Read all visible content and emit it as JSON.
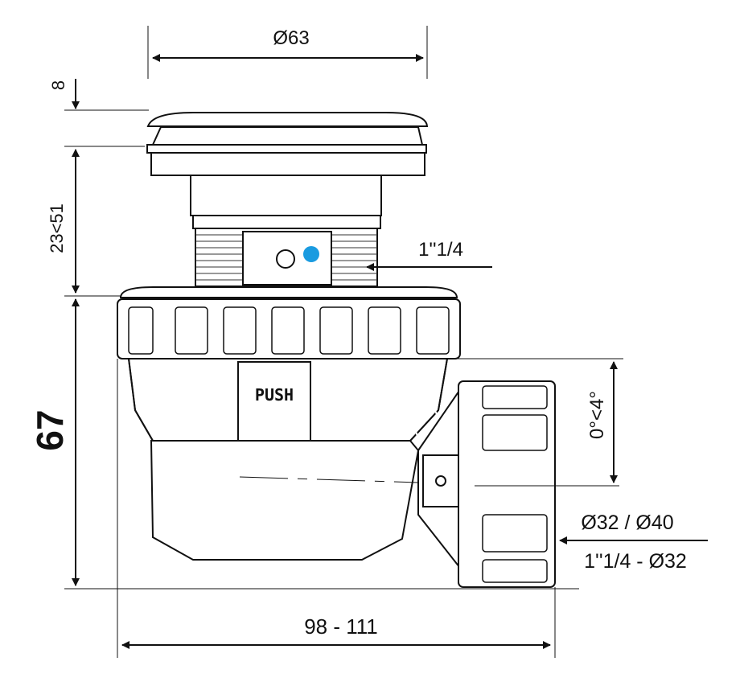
{
  "dimensions": {
    "cap_diameter": "Ø63",
    "cap_height": "8",
    "adjust_range": "23<51",
    "body_height": "67",
    "thread": "1''1/4",
    "outlet_tilt": "0°<4°",
    "outlet_pipe": "Ø32 / Ø40",
    "outlet_thread": "1''1/4 - Ø32",
    "total_width": "98 - 111"
  },
  "part_labels": {
    "push": "PUSH"
  },
  "colors": {
    "indicator": "#1a9be0",
    "line": "#111111"
  }
}
